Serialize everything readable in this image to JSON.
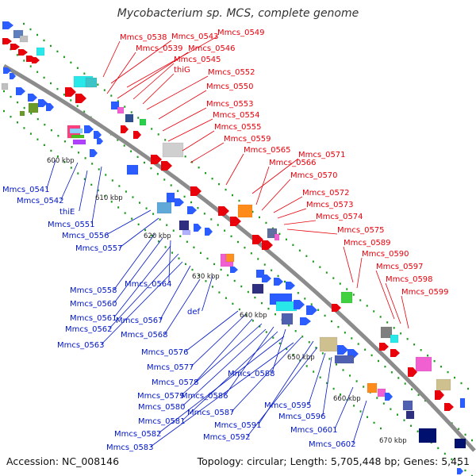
{
  "title": "Mycobacterium sp. MCS, complete genome",
  "accession_text": "Accession: NC_008146",
  "summary_text": "Topology: circular; Length: 5,705,448 bp; Genes: 5,451",
  "colors": {
    "forward_label": "#e8000b",
    "reverse_label": "#0016c8",
    "backbone": "#8c8c8c",
    "tick_dots": "#1a9a1a"
  },
  "ticks": [
    "600 kbp",
    "610 kbp",
    "620 kbp",
    "630 kbp",
    "640 kbp",
    "650 kbp",
    "660 kbp",
    "670 kbp"
  ],
  "forward_genes": [
    "Mmcs_0538",
    "Mmcs_0543",
    "Mmcs_0549",
    "Mmcs_0539",
    "Mmcs_0546",
    "Mmcs_0545",
    "thiG",
    "Mmcs_0552",
    "Mmcs_0550",
    "Mmcs_0553",
    "Mmcs_0554",
    "Mmcs_0555",
    "Mmcs_0559",
    "Mmcs_0565",
    "Mmcs_0571",
    "Mmcs_0566",
    "Mmcs_0570",
    "Mmcs_0572",
    "Mmcs_0573",
    "Mmcs_0574",
    "Mmcs_0575",
    "Mmcs_0589",
    "Mmcs_0590",
    "Mmcs_0597",
    "Mmcs_0598",
    "Mmcs_0599"
  ],
  "reverse_genes": [
    "Mmcs_0541",
    "Mmcs_0542",
    "thiE",
    "Mmcs_0551",
    "Mmcs_0556",
    "Mmcs_0557",
    "Mmcs_0558",
    "Mmcs_0564",
    "Mmcs_0560",
    "Mmcs_0561",
    "Mmcs_0567",
    "def",
    "Mmcs_0562",
    "Mmcs_0568",
    "Mmcs_0563",
    "Mmcs_0576",
    "Mmcs_0577",
    "Mmcs_0578",
    "Mmcs_0579",
    "Mmcs_0586",
    "Mmcs_0588",
    "Mmcs_0580",
    "Mmcs_0587",
    "Mmcs_0581",
    "Mmcs_0591",
    "Mmcs_0595",
    "Mmcs_0582",
    "Mmcs_0592",
    "Mmcs_0596",
    "Mmcs_0601",
    "Mmcs_0583",
    "Mmcs_0602"
  ]
}
